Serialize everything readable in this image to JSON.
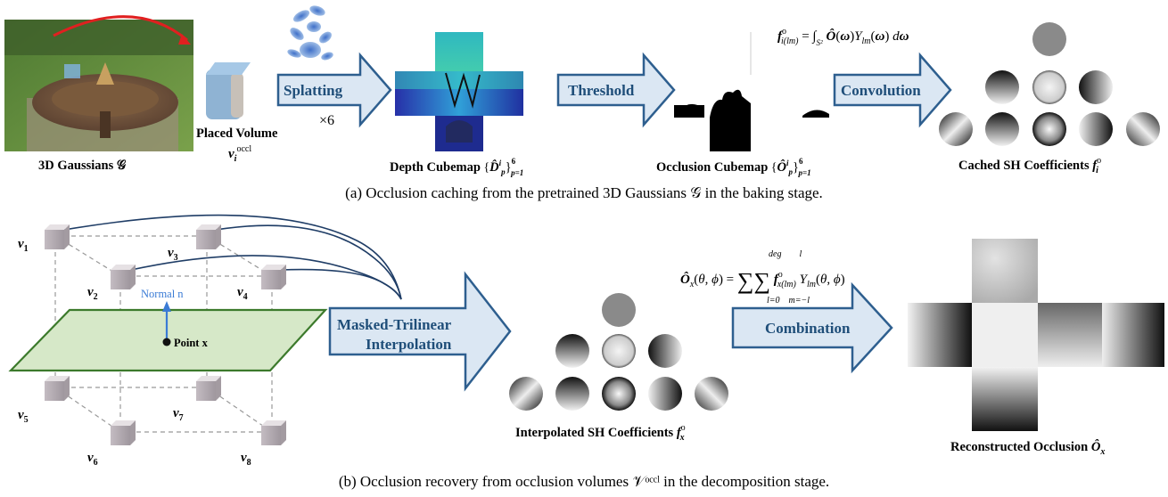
{
  "panel_a": {
    "photo_label": "3D Gaussians 𝒢",
    "volume_label": "Placed Volume",
    "volume_symbol": "v",
    "volume_sub": "i",
    "volume_sup": "occl",
    "splatting_label": "Splatting",
    "times_six": "×6",
    "depth_label": "Depth Cubemap",
    "threshold_label": "Threshold",
    "occlusion_label": "Occlusion Cubemap",
    "convolution_label": "Convolution",
    "cached_label": "Cached SH Coefficients",
    "cached_symbol": "f",
    "cached_sub": "i",
    "cached_sup": "o",
    "caption": "(a) Occlusion caching from the pretrained 3D Gaussians 𝒢 in the baking stage."
  },
  "panel_b": {
    "vertex_labels": [
      "v1",
      "v2",
      "v3",
      "v4",
      "v5",
      "v6",
      "v7",
      "v8"
    ],
    "normal_label": "Normal n",
    "point_label": "Point x",
    "masked_label_line1": "Masked-Trilinear",
    "masked_label_line2": "Interpolation",
    "interp_label": "Interpolated SH Coefficients",
    "interp_symbol": "f",
    "interp_sub": "x",
    "interp_sup": "o",
    "combination_label": "Combination",
    "reconstructed_label": "Reconstructed Occlusion",
    "reconstructed_symbol": "Ô",
    "reconstructed_sub": "x",
    "caption": "(b) Occlusion recovery from occlusion volumes 𝒱ᵒᶜᶜˡ in the decomposition stage."
  },
  "colors": {
    "arrow_fill": "#dbe7f3",
    "arrow_stroke": "#2e5f8f",
    "arrow_text": "#1f4e79",
    "plane_fill": "#d6e8c8",
    "plane_stroke": "#3c7a2c",
    "curve": "#1f3d66",
    "normal": "#3a7bd5"
  }
}
